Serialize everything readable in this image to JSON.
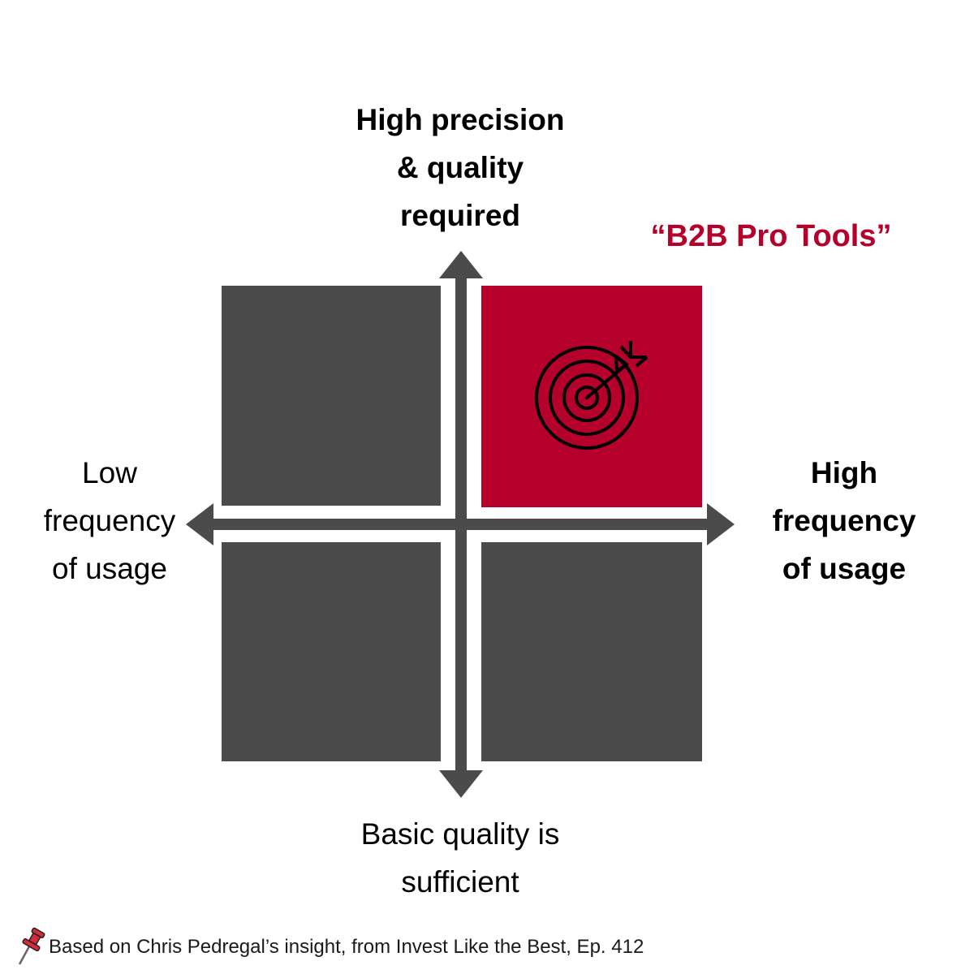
{
  "axes": {
    "top_label": "High precision\n& quality\nrequired",
    "bottom_label": "Basic quality is\nsufficient",
    "left_label": "Low\nfrequency\nof usage",
    "right_label": "High\nfrequency\nof usage"
  },
  "highlight": {
    "label": "“B2B Pro Tools”",
    "icon": "target-arrow-icon"
  },
  "footnote": {
    "icon": "pushpin-icon",
    "text": "Based on Chris Pedregal’s insight, from Invest Like the Best, Ep. 412"
  },
  "colors": {
    "quadrant": "#4b4b4b",
    "highlight": "#b5002c",
    "axis": "#4b4b4b"
  }
}
